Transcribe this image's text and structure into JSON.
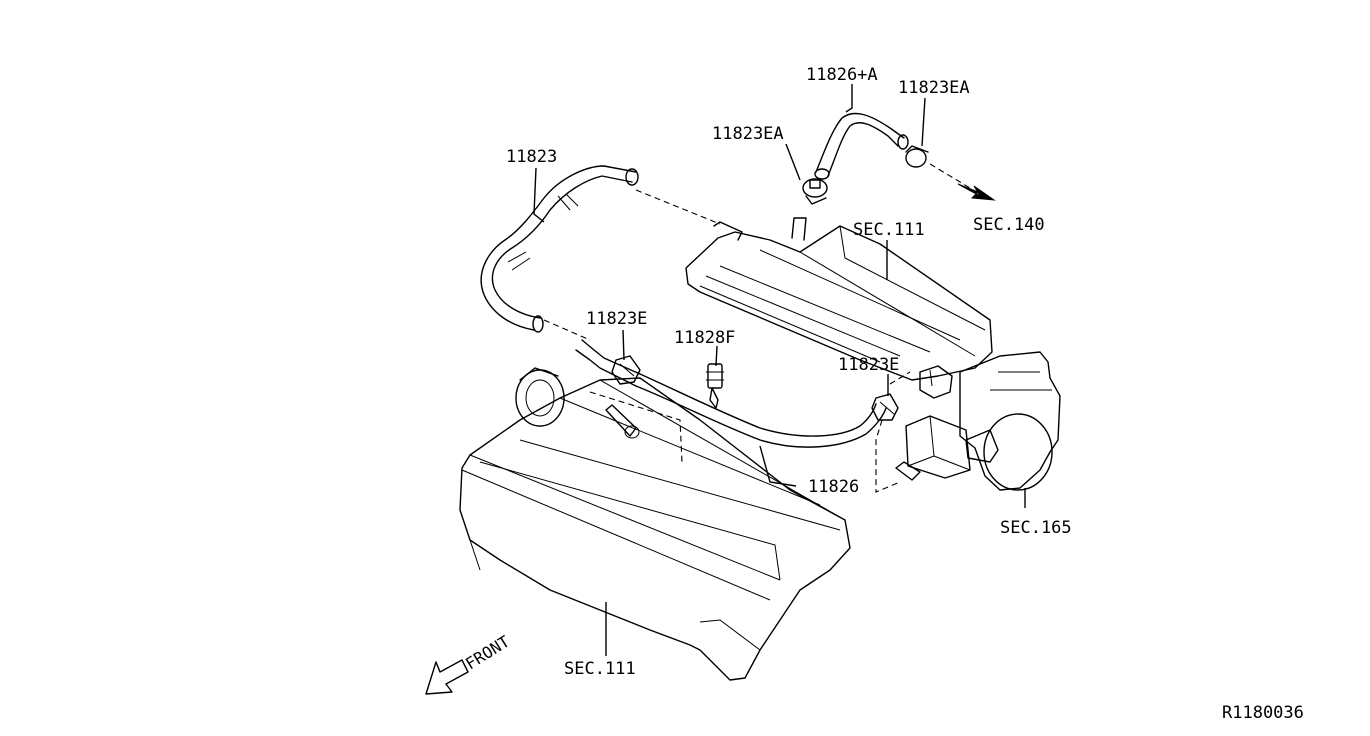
{
  "labels": {
    "hose_upper_plus_a": "11826+A",
    "clamp_ea_right": "11823EA",
    "clamp_ea_left": "11823EA",
    "hose_11823": "11823",
    "sec140": "SEC.140",
    "sec111_upper": "SEC.111",
    "clamp_e_left": "11823E",
    "valve_11828f": "11828F",
    "clamp_e_right": "11823E",
    "hose_11826": "11826",
    "sec165": "SEC.165",
    "sec111_lower": "SEC.111",
    "front": "FRONT",
    "ref_code": "R1180036"
  }
}
